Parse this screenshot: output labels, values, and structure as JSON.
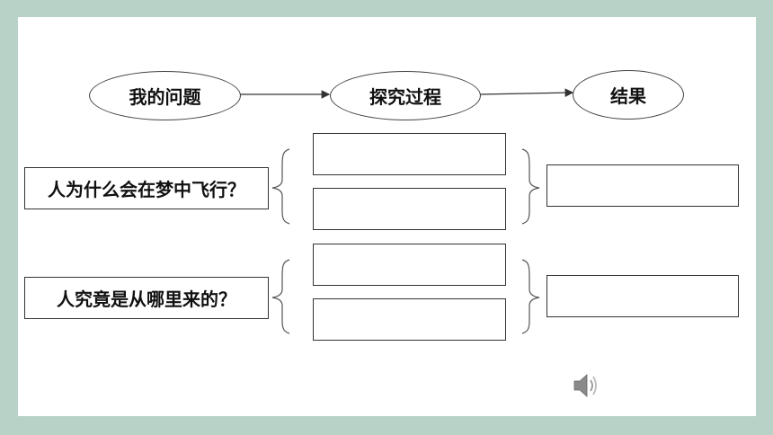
{
  "header": {
    "node1": "我的问题",
    "node2": "探究过程",
    "node3": "结果"
  },
  "questions": [
    "人为什么会在梦中飞行？",
    "人究竟是从哪里来的？"
  ],
  "icons": {
    "speaker": "speaker-icon"
  }
}
